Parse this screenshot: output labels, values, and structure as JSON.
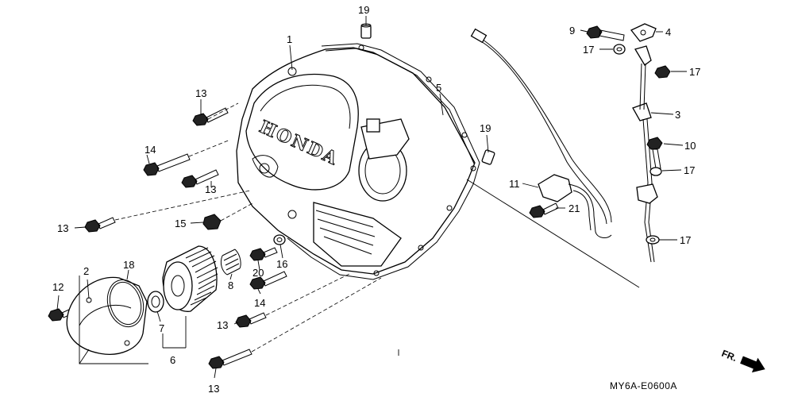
{
  "brand": "HONDA",
  "diagram_code": "MY6A-E0600A",
  "front_marker": "FR.",
  "callouts": [
    {
      "id": "c1",
      "label": "1"
    },
    {
      "id": "c2",
      "label": "2"
    },
    {
      "id": "c3",
      "label": "3"
    },
    {
      "id": "c4",
      "label": "4"
    },
    {
      "id": "c5",
      "label": "5"
    },
    {
      "id": "c6",
      "label": "6"
    },
    {
      "id": "c7",
      "label": "7"
    },
    {
      "id": "c8",
      "label": "8"
    },
    {
      "id": "c9",
      "label": "9"
    },
    {
      "id": "c10",
      "label": "10"
    },
    {
      "id": "c11",
      "label": "11"
    },
    {
      "id": "c12",
      "label": "12"
    },
    {
      "id": "c13a",
      "label": "13"
    },
    {
      "id": "c13b",
      "label": "13"
    },
    {
      "id": "c13c",
      "label": "13"
    },
    {
      "id": "c13d",
      "label": "13"
    },
    {
      "id": "c13e",
      "label": "13"
    },
    {
      "id": "c14a",
      "label": "14"
    },
    {
      "id": "c14b",
      "label": "14"
    },
    {
      "id": "c15",
      "label": "15"
    },
    {
      "id": "c16",
      "label": "16"
    },
    {
      "id": "c17a",
      "label": "17"
    },
    {
      "id": "c17b",
      "label": "17"
    },
    {
      "id": "c17c",
      "label": "17"
    },
    {
      "id": "c17d",
      "label": "17"
    },
    {
      "id": "c18",
      "label": "18"
    },
    {
      "id": "c19a",
      "label": "19"
    },
    {
      "id": "c19b",
      "label": "19"
    },
    {
      "id": "c20",
      "label": "20"
    },
    {
      "id": "c21",
      "label": "21"
    }
  ]
}
